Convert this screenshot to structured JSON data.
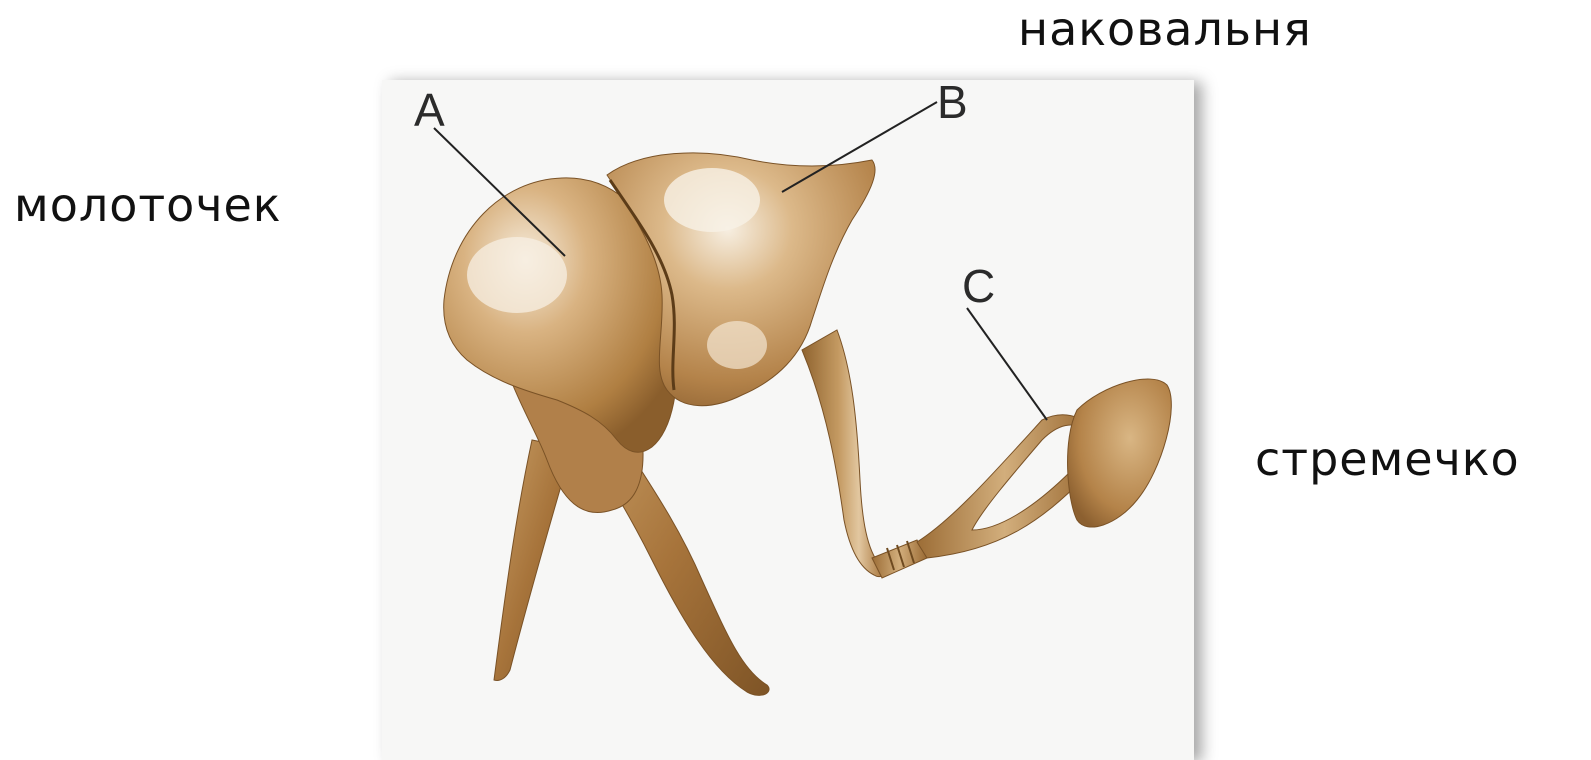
{
  "captions": {
    "incus": "наковальня",
    "malleus": "молоточек",
    "stapes": "стремечко"
  },
  "figure": {
    "labels": {
      "a": "A",
      "b": "B",
      "c": "C"
    },
    "bone_color": "#b98a4c",
    "highlight_color": "#f4ead8",
    "shadow_color": "#7e5628",
    "background_color": "#f7f7f6"
  }
}
